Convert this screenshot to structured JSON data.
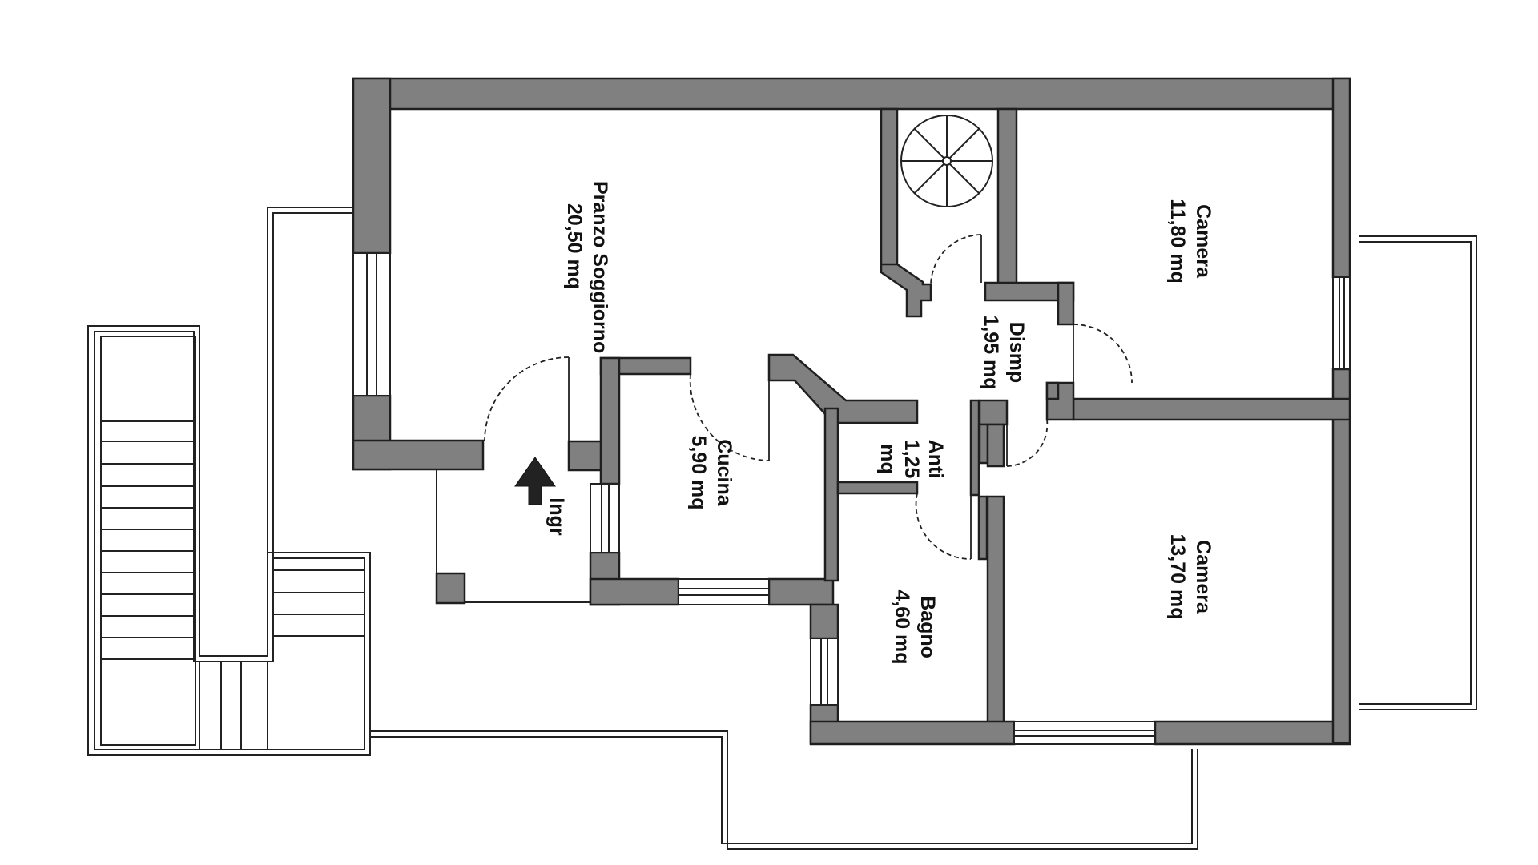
{
  "rooms": {
    "living": {
      "name": "Pranzo Soggiorno",
      "area": "20,50 mq"
    },
    "kitchen": {
      "name": "Cucina",
      "area": "5,90 mq"
    },
    "entry": {
      "name": "Ingr"
    },
    "hall": {
      "name": "Dismp",
      "area": "1,95 mq"
    },
    "ante": {
      "name": "Anti",
      "area_a": "1,25",
      "area_b": "mq"
    },
    "bath": {
      "name": "Bagno",
      "area": "4,60 mq"
    },
    "bed1": {
      "name": "Camera",
      "area": "11,80 mq"
    },
    "bed2": {
      "name": "Camera",
      "area": "13,70 mq"
    }
  },
  "colors": {
    "wall": "#808080",
    "wall_outline": "#1f1f1f",
    "line": "#222222",
    "background": "#ffffff"
  },
  "icons": [
    "entrance-arrow-icon",
    "spiral-stair-icon"
  ]
}
